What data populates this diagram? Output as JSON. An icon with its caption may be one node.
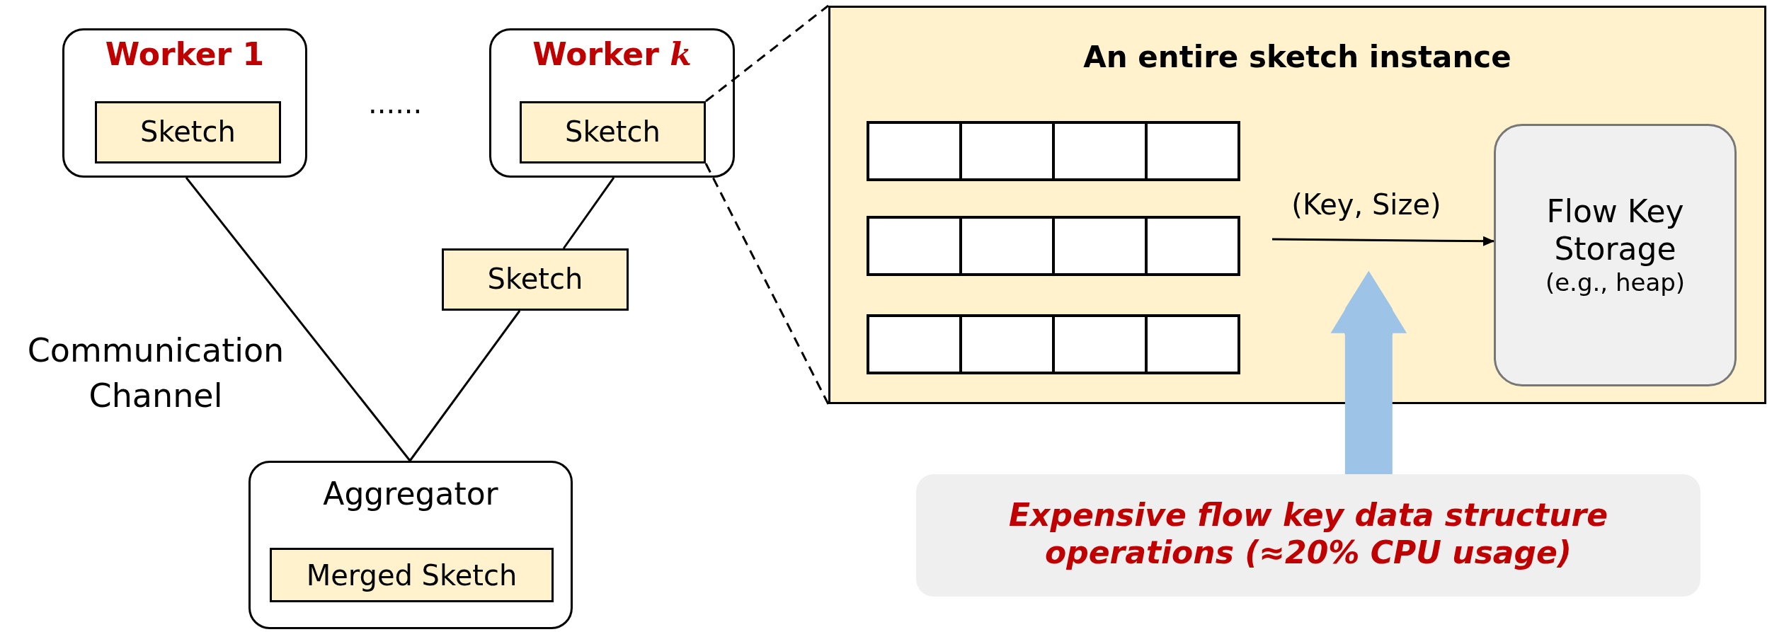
{
  "diagram": {
    "nodes": [
      {
        "text": [
          "Worker 1"
        ]
      },
      {
        "text": [
          "Sketch"
        ],
        "in": 0
      },
      {
        "text": [
          "Worker *k*"
        ]
      },
      {
        "text": [
          "Sketch"
        ],
        "in": 2
      },
      {
        "text": [
          "Sketch"
        ]
      },
      {
        "text": [
          "Aggregator"
        ]
      },
      {
        "text": [
          "Merged Sketch"
        ],
        "in": 5
      },
      {
        "text": [
          "An entire sketch instance"
        ]
      },
      {
        "text": [
          "Flow Key Storage",
          "(e.g., heap)"
        ],
        "in": 7
      },
      {
        "text": [
          "Expensive flow key data structure operations (≈20% CPU usage)"
        ]
      }
    ],
    "edges": [
      {
        "from": 0,
        "to": 5,
        "arrow": "none"
      },
      {
        "from": 2,
        "to": 4,
        "arrow": "none"
      },
      {
        "from": 4,
        "to": 5,
        "arrow": "none"
      },
      {
        "from": 3,
        "to": 7,
        "arrow": "none",
        "style": "dashed"
      },
      {
        "from": 3,
        "to": 7,
        "arrow": "none",
        "style": "dashed"
      },
      {
        "from": null,
        "to": 8,
        "arrow": "to",
        "label": "(Key, Size)"
      },
      {
        "from": 9,
        "to": 8,
        "arrow": "to",
        "style": "thick",
        "color": "#9dc3e6"
      }
    ],
    "labels": [
      "......",
      "Communication Channel"
    ]
  }
}
